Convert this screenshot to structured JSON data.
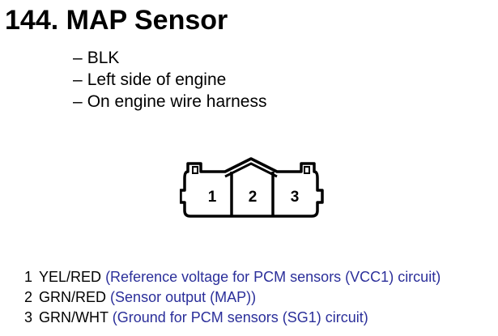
{
  "title": "144. MAP Sensor",
  "details": [
    {
      "dash": "–",
      "text": "BLK"
    },
    {
      "dash": "–",
      "text": "Left side of engine"
    },
    {
      "dash": "–",
      "text": "On engine wire harness"
    }
  ],
  "connector": {
    "pins": [
      "1",
      "2",
      "3"
    ]
  },
  "wires": [
    {
      "pin": "1",
      "color_code": "YEL/RED",
      "description": "(Reference voltage for PCM sensors (VCC1) circuit)"
    },
    {
      "pin": "2",
      "color_code": "GRN/RED",
      "description": "(Sensor output (MAP))"
    },
    {
      "pin": "3",
      "color_code": "GRN/WHT",
      "description": "(Ground for PCM sensors (SG1) circuit)"
    }
  ],
  "colors": {
    "description_text": "#2b2f9a",
    "text": "#000000"
  }
}
